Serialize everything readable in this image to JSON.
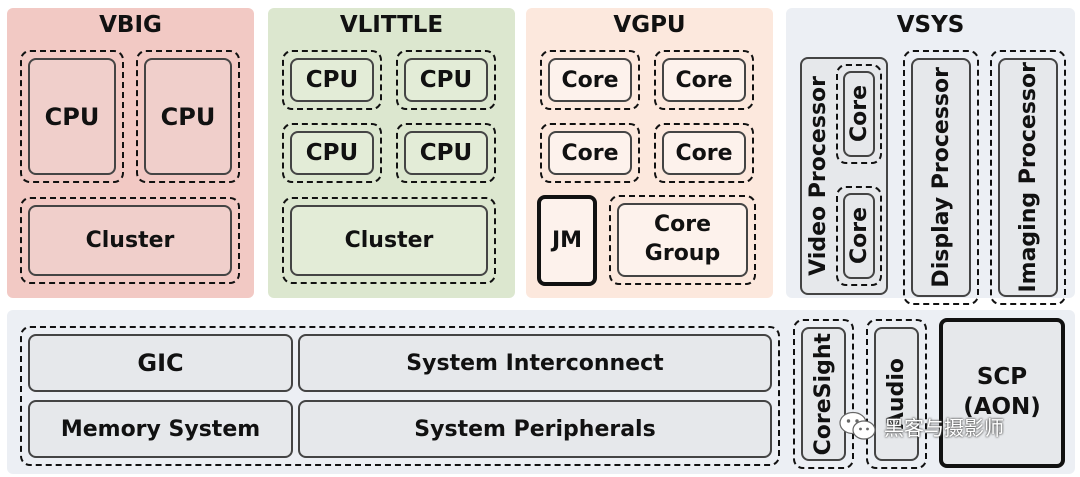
{
  "colors": {
    "vbig_bg": "#f2c9c4",
    "vbig_box": "#f0cfcb",
    "vlittle_bg": "#dce7cf",
    "vlittle_box": "#e3ecd7",
    "vgpu_bg": "#fce8dd",
    "vgpu_box": "#fdf2ec",
    "vsys_bg": "#eceff4",
    "sys_box": "#e6e8eb"
  },
  "domains": {
    "vbig": {
      "title": "VBIG",
      "cpus": [
        "CPU",
        "CPU"
      ],
      "cluster": "Cluster"
    },
    "vlittle": {
      "title": "VLITTLE",
      "cpus": [
        "CPU",
        "CPU",
        "CPU",
        "CPU"
      ],
      "cluster": "Cluster"
    },
    "vgpu": {
      "title": "VGPU",
      "cores": [
        "Core",
        "Core",
        "Core",
        "Core"
      ],
      "jm": "JM",
      "core_group": "Core\nGroup"
    },
    "vsys": {
      "title": "VSYS",
      "video_processor": "Video Processor",
      "video_cores": [
        "Core",
        "Core"
      ],
      "display_processor": "Display Processor",
      "imaging_processor": "Imaging Processor",
      "coresight": "CoreSight",
      "audio": "Audio",
      "scp": "SCP\n(AON)"
    }
  },
  "system": {
    "gic": "GIC",
    "interconnect": "System Interconnect",
    "memory": "Memory System",
    "peripherals": "System Peripherals"
  },
  "watermark": {
    "icon": "wechat-icon",
    "text": "黑客与摄影师"
  }
}
